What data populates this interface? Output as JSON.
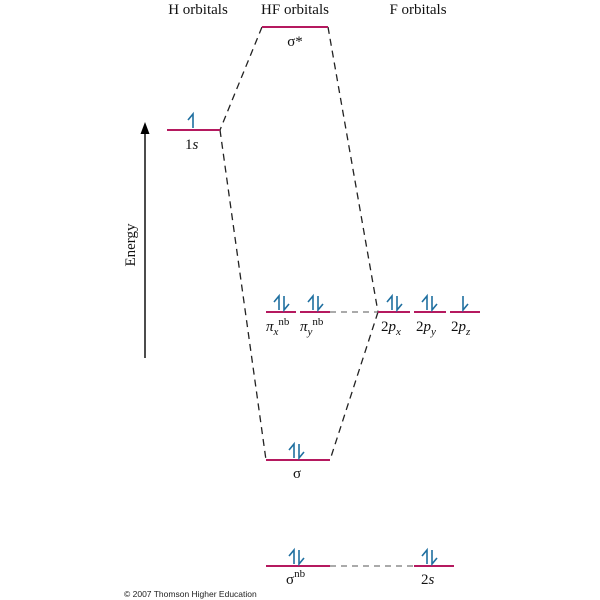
{
  "headers": {
    "h": "H orbitals",
    "hf": "HF orbitals",
    "f": "F orbitals"
  },
  "axis_label": "Energy",
  "orbitals": {
    "sigma_star": {
      "label": "σ*"
    },
    "h_1s": {
      "label_num": "1",
      "label_s": "s"
    },
    "pi_x": {
      "base": "π",
      "sub": "x",
      "sup": "nb"
    },
    "pi_y": {
      "base": "π",
      "sub": "y",
      "sup": "nb"
    },
    "f_2px": {
      "num": "2",
      "p": "p",
      "sub": "x"
    },
    "f_2py": {
      "num": "2",
      "p": "p",
      "sub": "y"
    },
    "f_2pz": {
      "num": "2",
      "p": "p",
      "sub": "z"
    },
    "sigma": {
      "label": "σ"
    },
    "sigma_nb": {
      "base": "σ",
      "sup": "nb"
    },
    "f_2s": {
      "num": "2",
      "s": "s"
    }
  },
  "copyright": "© 2007 Thomson Higher Education",
  "colors": {
    "level": "#b5195f",
    "spin": "#1f6fa0"
  }
}
